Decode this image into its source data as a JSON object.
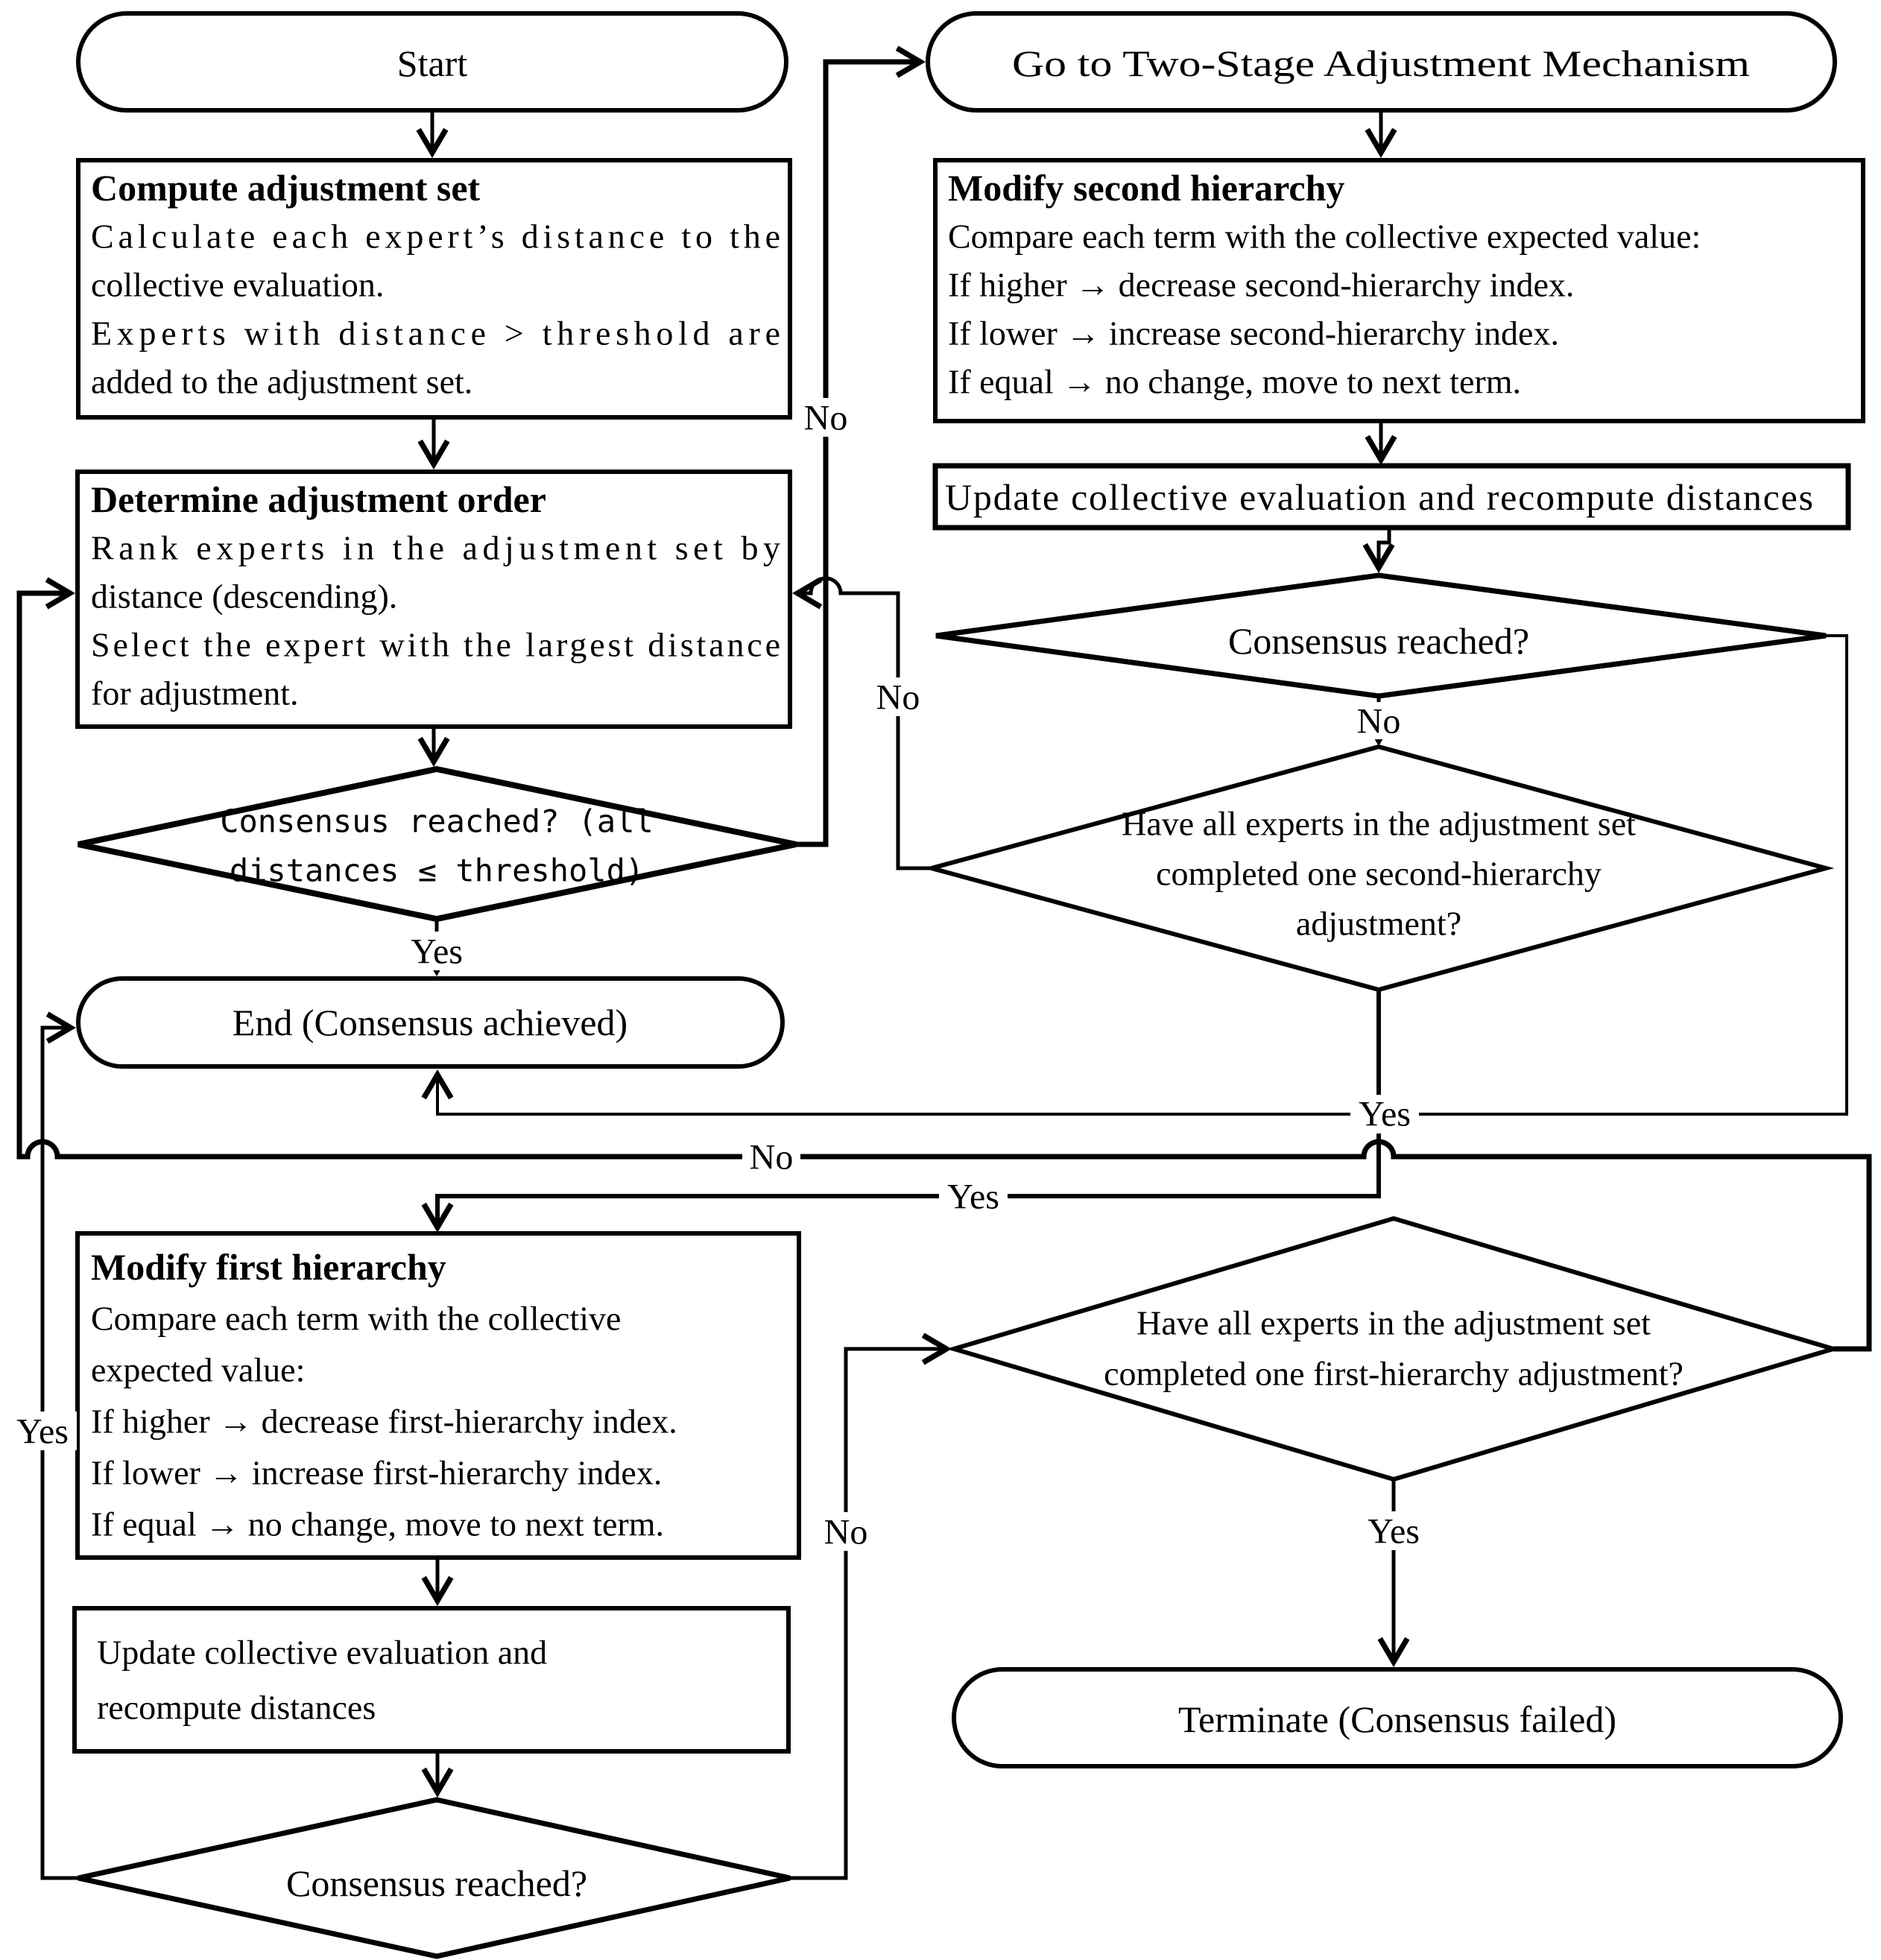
{
  "diagram_title": "Two-Stage Consensus Adjustment Flowchart",
  "colors": {
    "stroke": "#000000",
    "background": "#ffffff"
  },
  "nodes": {
    "start": {
      "label": "Start"
    },
    "compute": {
      "title": "Compute adjustment set",
      "lines": [
        "Calculate each expert’s distance to the",
        "collective evaluation.",
        "Experts with distance > threshold are",
        "added to the adjustment set."
      ]
    },
    "determine": {
      "title": "Determine adjustment order",
      "lines": [
        "Rank experts in the adjustment set by",
        "distance (descending).",
        "Select the expert with the largest distance",
        "for adjustment."
      ]
    },
    "d1": {
      "lines": [
        "Consensus reached? (all",
        "distances ≤ threshold)"
      ]
    },
    "end": {
      "label": "End (Consensus achieved)"
    },
    "goto": {
      "label": "Go to Two-Stage Adjustment Mechanism"
    },
    "modify2": {
      "title": "Modify second hierarchy",
      "lines": [
        "Compare each term with the collective expected value:",
        "If higher → decrease second-hierarchy index.",
        "If lower → increase second-hierarchy index.",
        "If equal → no change, move to next term."
      ]
    },
    "update2": {
      "label": "Update collective evaluation and recompute distances"
    },
    "d2": {
      "label": "Consensus reached?"
    },
    "d3": {
      "lines": [
        "Have all experts in the adjustment set",
        "completed one second-hierarchy",
        "adjustment?"
      ]
    },
    "d4": {
      "lines": [
        "Have all experts in the adjustment set",
        "completed one first-hierarchy adjustment?"
      ]
    },
    "modify1": {
      "title": "Modify first hierarchy",
      "lines": [
        "Compare each term with the collective",
        "expected value:",
        "If higher → decrease first-hierarchy index.",
        "If lower → increase first-hierarchy index.",
        "If equal → no change, move to next term."
      ]
    },
    "update1": {
      "lines": [
        "Update collective evaluation and",
        "recompute distances"
      ]
    },
    "d5": {
      "label": "Consensus reached?"
    },
    "terminate": {
      "label": "Terminate (Consensus failed)"
    }
  },
  "edge_labels": {
    "d1_yes": "Yes",
    "d1_no": "No",
    "d2_yes": "Yes",
    "d2_no": "No",
    "d3_yes": "Yes",
    "d3_no": "No",
    "d4_yes": "Yes",
    "d4_no": "No",
    "d5_yes": "Yes",
    "d5_no": "No"
  }
}
